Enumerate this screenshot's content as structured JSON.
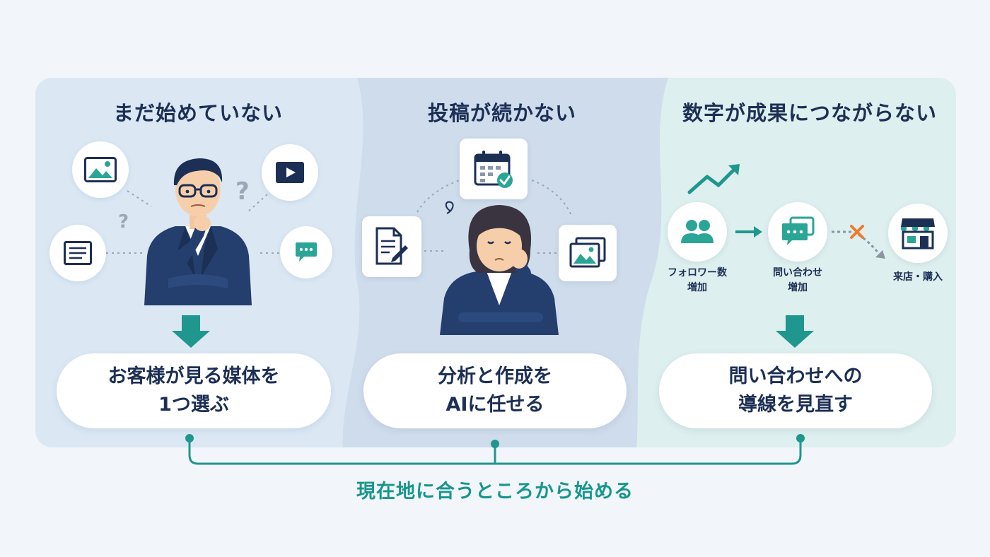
{
  "colors": {
    "navy": "#1c2f55",
    "teal": "#1f968e",
    "panel1": "#dbe8f4",
    "panel2": "#cfdcec",
    "panel3": "#ddefee",
    "orange": "#f07a2e"
  },
  "panels": [
    {
      "title": "まだ始めていない",
      "solution_line1": "お客様が見る媒体を",
      "solution_line2": "1つ選ぶ",
      "icons": [
        "image-icon",
        "video-icon",
        "document-icon",
        "chat-icon"
      ]
    },
    {
      "title": "投稿が続かない",
      "solution_line1": "分析と作成を",
      "solution_line2": "AIに任せる",
      "icons": [
        "calendar-icon",
        "edit-document-icon",
        "gallery-icon"
      ]
    },
    {
      "title": "数字が成果につながらない",
      "solution_line1": "問い合わせへの",
      "solution_line2": "導線を見直す",
      "flow": [
        {
          "line1": "フォロワー数",
          "line2": "増加",
          "icon": "users-icon"
        },
        {
          "line1": "問い合わせ",
          "line2": "増加",
          "icon": "chat-bubbles-icon"
        },
        {
          "line1": "来店・購入",
          "line2": "",
          "icon": "store-icon"
        }
      ]
    }
  ],
  "footer": "現在地に合うところから始める"
}
